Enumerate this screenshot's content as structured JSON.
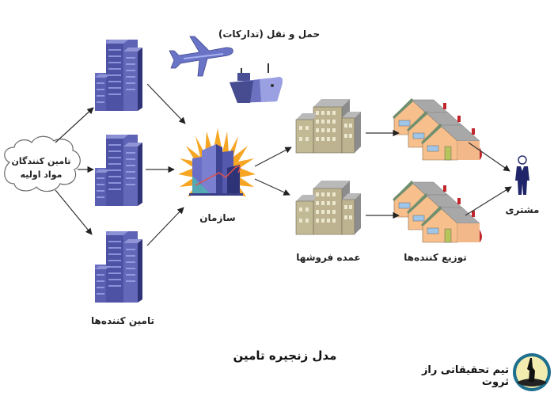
{
  "title": "مدل زنجیره تامین",
  "nodes": {
    "raw_material_suppliers": {
      "label_line1": "تامین کنندگان",
      "label_line2": "مواد اولیه",
      "icon": "cloud-icon"
    },
    "suppliers": {
      "label": "تامین کننده‌ها",
      "icon": "skyscraper-icon",
      "count": 3
    },
    "logistics": {
      "label": "حمل و نقل (تدارکات)",
      "icons": [
        "airplane-icon",
        "ship-icon"
      ]
    },
    "organization": {
      "label": "سازمان",
      "icon": "organization-building-icon"
    },
    "wholesalers": {
      "label": "عمده فروشها",
      "icon": "apartment-building-icon",
      "count": 2
    },
    "distributors": {
      "label": "توزیع کننده‌ها",
      "icon": "houses-icon",
      "count": 2
    },
    "customer": {
      "label": "مشتری",
      "icon": "person-icon"
    }
  },
  "edges": [
    [
      "raw_material_suppliers",
      "supplier-1"
    ],
    [
      "raw_material_suppliers",
      "supplier-2"
    ],
    [
      "raw_material_suppliers",
      "supplier-3"
    ],
    [
      "supplier-1",
      "organization"
    ],
    [
      "supplier-2",
      "organization"
    ],
    [
      "supplier-3",
      "organization"
    ],
    [
      "organization",
      "wholesaler-1"
    ],
    [
      "organization",
      "wholesaler-2"
    ],
    [
      "wholesaler-1",
      "distributor-1"
    ],
    [
      "wholesaler-2",
      "distributor-2"
    ],
    [
      "distributor-1",
      "customer"
    ],
    [
      "distributor-2",
      "customer"
    ]
  ],
  "brand": {
    "text": "تیم تحقیقاتی راز ثروت",
    "icon": "brand-logo-icon"
  },
  "colors": {
    "building_blue": "#5a5fb0",
    "building_dark": "#3a3d85",
    "wholesale_beige": "#bcb38f",
    "house_orange": "#f7c08e",
    "roof_gray": "#a9a9a9",
    "arrow": "#333333",
    "sunburst": "#f5a623"
  }
}
